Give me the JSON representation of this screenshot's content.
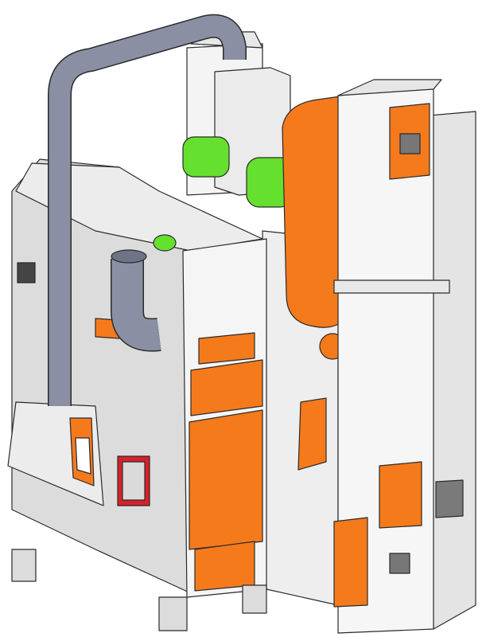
{
  "colors": {
    "background": "#ffffff",
    "body_panel": "#f2f2f2",
    "body_shade": "#dcdcdc",
    "outline": "#2a2a2a",
    "duct_pipe": "#8a8fa3",
    "accent_orange": "#f57a1c",
    "motor_green": "#66e02e",
    "window_red": "#d8202a",
    "mesh_grey": "#7a7a7a"
  },
  "icons": [
    "duct-pipe",
    "motor",
    "belt-guard",
    "bucket-elevator",
    "inspection-window",
    "leg"
  ]
}
